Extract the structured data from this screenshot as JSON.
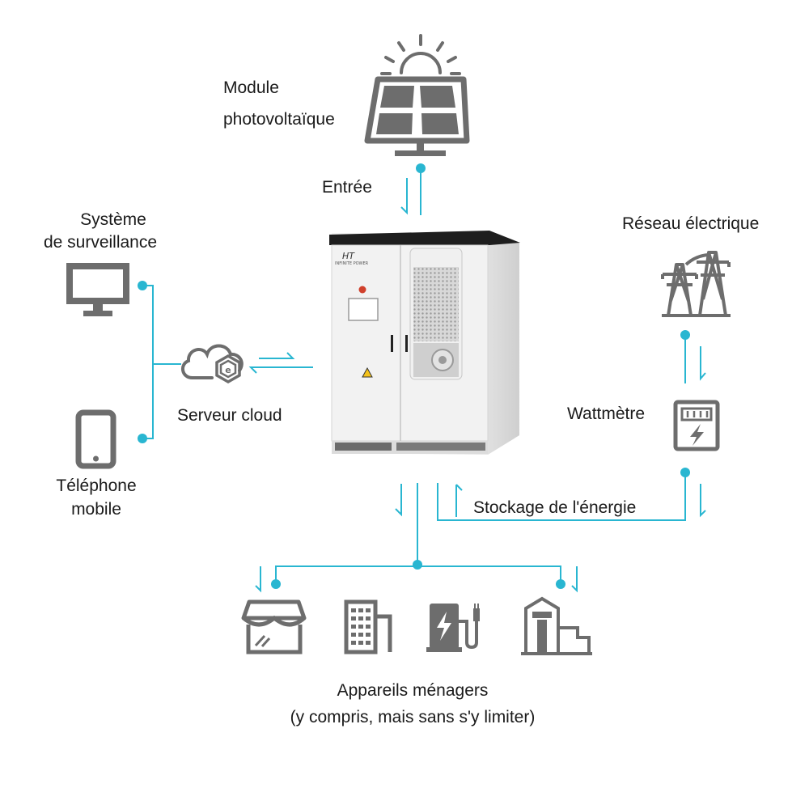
{
  "colors": {
    "line": "#29b6d1",
    "icon": "#6d6d6d",
    "cabinet": "#ededed",
    "text": "#1a1a1a"
  },
  "labels": {
    "pv_line1": "Module",
    "pv_line2": "photovoltaïque",
    "input": "Entrée",
    "surveillance_line1": "Système",
    "surveillance_line2": "de surveillance",
    "cloud": "Serveur cloud",
    "phone_line1": "Téléphone",
    "phone_line2": "mobile",
    "grid": "Réseau électrique",
    "meter": "Wattmètre",
    "storage": "Stockage de l'énergie",
    "appliances_line1": "Appareils ménagers",
    "appliances_line2": "(y compris, mais sans s'y limiter)"
  },
  "cabinet": {
    "brand": "HT",
    "brand_sub": "INFINITE POWER"
  },
  "icons": [
    "sun-icon",
    "solar-panel-icon",
    "monitor-icon",
    "smartphone-icon",
    "cloud-server-icon",
    "transmission-tower-icon",
    "power-meter-icon",
    "store-icon",
    "office-building-icon",
    "ev-charger-icon",
    "house-icon"
  ]
}
